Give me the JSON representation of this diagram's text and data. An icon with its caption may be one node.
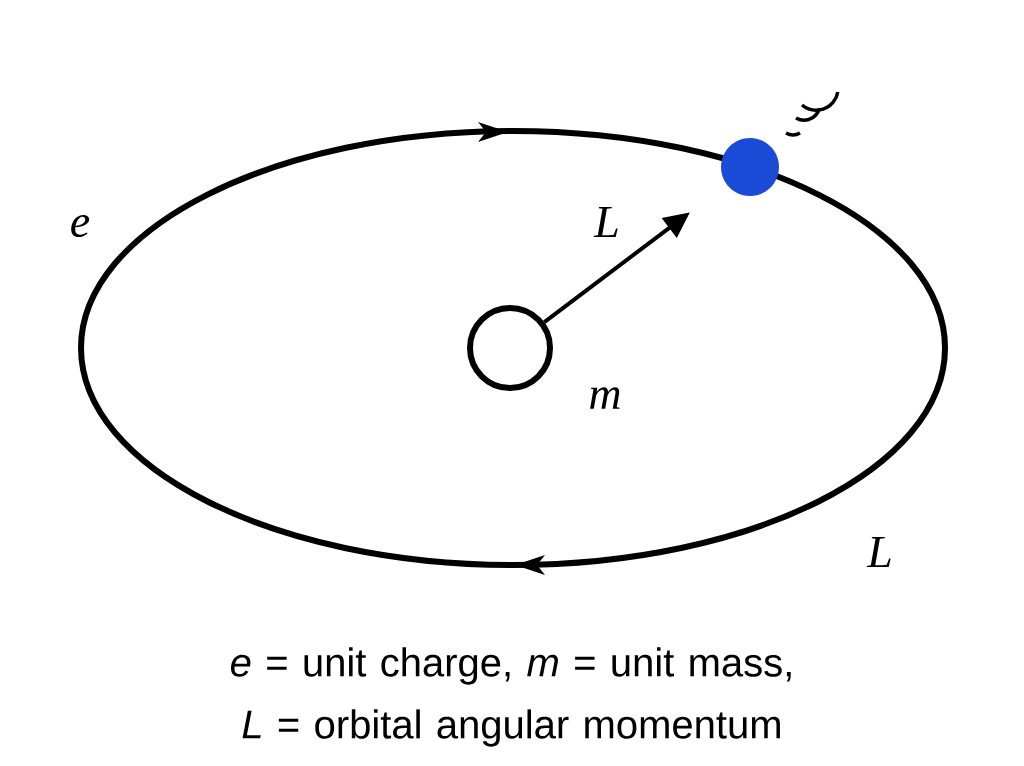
{
  "diagram": {
    "caption": "*e* = unit charge, *m* = unit mass, *L* = orbital angular momentum",
    "nodes": [
      {
        "text": [],
        "shape": "circle",
        "beside": [
          "m"
        ]
      },
      {
        "text": [],
        "shape": "circle"
      }
    ],
    "edges": [
      {
        "from": 0,
        "to": 1,
        "arrow": "to",
        "label": "L"
      }
    ],
    "labels": [
      "e",
      "L"
    ]
  }
}
